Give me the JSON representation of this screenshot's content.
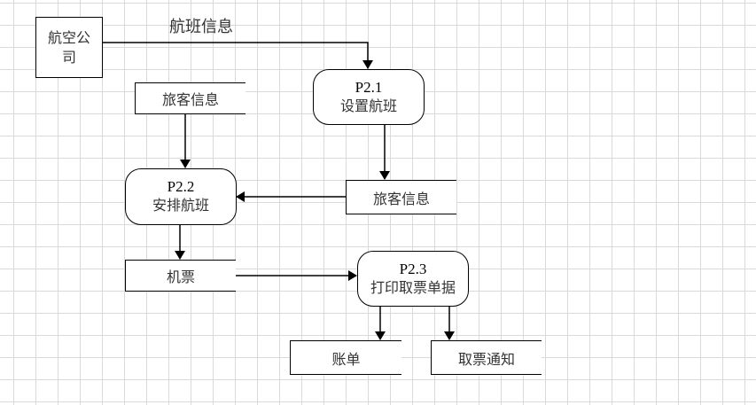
{
  "diagram": {
    "type": "data-flow-diagram",
    "external_entities": [
      {
        "id": "airline",
        "label": "航空公司"
      }
    ],
    "processes": [
      {
        "id": "p21",
        "pid": "P2.1",
        "name": "设置航班"
      },
      {
        "id": "p22",
        "pid": "P2.2",
        "name": "安排航班"
      },
      {
        "id": "p23",
        "pid": "P2.3",
        "name": "打印取票单据"
      }
    ],
    "data_stores": [
      {
        "id": "ds_passenger_1",
        "label": "旅客信息"
      },
      {
        "id": "ds_passenger_2",
        "label": "旅客信息"
      },
      {
        "id": "ds_ticket",
        "label": "机票"
      },
      {
        "id": "ds_bill",
        "label": "账单"
      },
      {
        "id": "ds_pickup_notice",
        "label": "取票通知"
      }
    ],
    "flows": [
      {
        "from": "airline",
        "to": "p21",
        "label": "航班信息"
      },
      {
        "from": "ds_passenger_1",
        "to": "p22",
        "label": ""
      },
      {
        "from": "p21",
        "to": "ds_passenger_2",
        "label": ""
      },
      {
        "from": "ds_passenger_2",
        "to": "p22",
        "label": ""
      },
      {
        "from": "p22",
        "to": "ds_ticket",
        "label": ""
      },
      {
        "from": "ds_ticket",
        "to": "p23",
        "label": ""
      },
      {
        "from": "p23",
        "to": "ds_bill",
        "label": ""
      },
      {
        "from": "p23",
        "to": "ds_pickup_notice",
        "label": ""
      }
    ]
  }
}
